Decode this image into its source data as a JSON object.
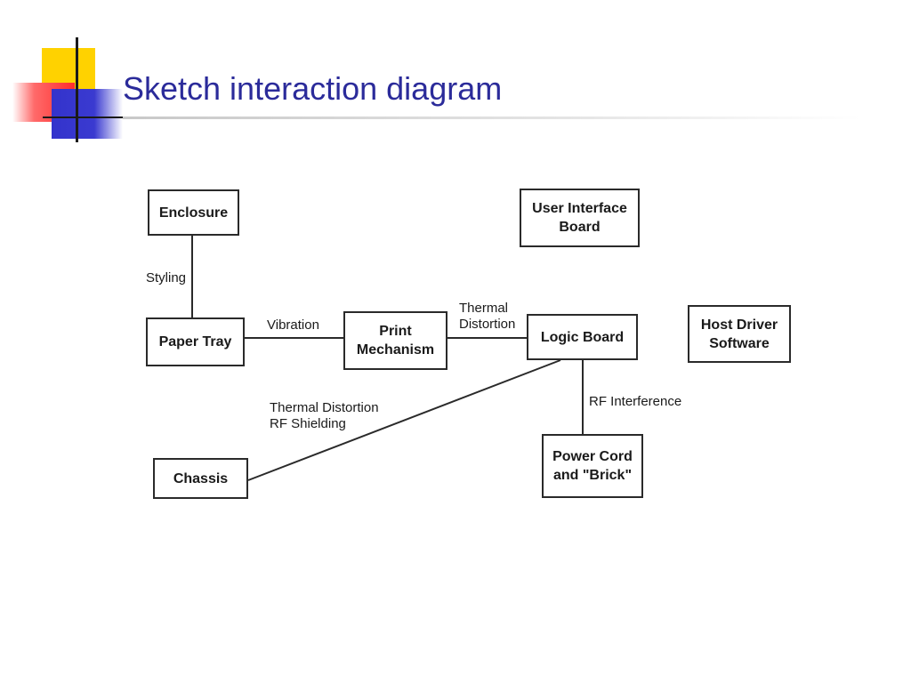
{
  "slide": {
    "title": "Sketch interaction diagram"
  },
  "diagram": {
    "nodes": {
      "enclosure": "Enclosure",
      "user_interface_board": "User Interface\nBoard",
      "paper_tray": "Paper Tray",
      "print_mechanism": "Print\nMechanism",
      "logic_board": "Logic Board",
      "host_driver_software": "Host Driver\nSoftware",
      "chassis": "Chassis",
      "power_cord": "Power Cord\nand \"Brick\""
    },
    "edges": {
      "styling": "Styling",
      "vibration": "Vibration",
      "thermal_distortion": "Thermal\nDistortion",
      "thermal_rf": "Thermal Distortion\nRF Shielding",
      "rf_interference": "RF Interference"
    }
  },
  "colors": {
    "title": "#2b2b9a",
    "deco_yellow": "#ffd200",
    "deco_red": "#ff2d2d",
    "deco_blue": "#3333cc"
  }
}
